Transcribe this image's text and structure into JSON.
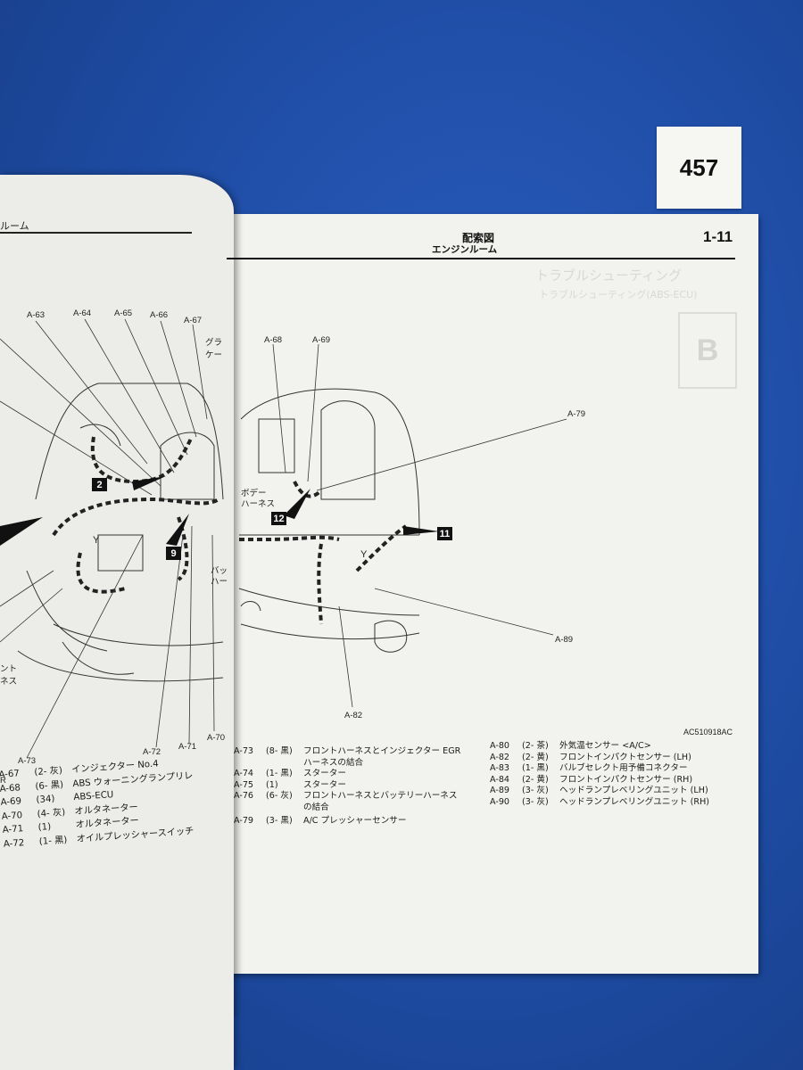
{
  "sticker": {
    "number": "457"
  },
  "left_page": {
    "header": "ルーム",
    "labels_top": [
      "A-63",
      "A-64",
      "A-65",
      "A-66",
      "A-67"
    ],
    "labels_bottom": [
      "A-73",
      "A-72",
      "A-71",
      "A-70"
    ],
    "side_text": [
      "グラ",
      "ケー"
    ],
    "harness_text": [
      "バッ",
      "ハー"
    ],
    "left_text": [
      "ント",
      "ネス"
    ],
    "y_mark": "Y",
    "r_mark": "R",
    "boxes": [
      "2",
      "9"
    ],
    "legend": [
      {
        "code": "A-67",
        "spec": "(2- 灰)",
        "desc": "インジェクター No.4"
      },
      {
        "code": "A-68",
        "spec": "(6- 黒)",
        "desc": "ABS ウォーニングランプリレ"
      },
      {
        "code": "A-69",
        "spec": "(34)",
        "desc": "ABS-ECU"
      },
      {
        "code": "A-70",
        "spec": "(4- 灰)",
        "desc": "オルタネーター"
      },
      {
        "code": "A-71",
        "spec": "(1)",
        "desc": "オルタネーター"
      },
      {
        "code": "A-72",
        "spec": "(1- 黒)",
        "desc": "オイルプレッシャースイッチ"
      }
    ]
  },
  "right_page": {
    "title": "配索図",
    "subtitle": "エンジンルーム",
    "page_number": "1-11",
    "ghost_title": "トラブルシューティング",
    "ghost_sub": "トラブルシューティング(ABS-ECU)",
    "ghost_badge": "B",
    "labels": {
      "a68": "A-68",
      "a69": "A-69",
      "a79": "A-79",
      "a89": "A-89",
      "a82": "A-82"
    },
    "body_harness": [
      "ボデー",
      "ハーネス"
    ],
    "y_mark": "Y",
    "boxes": [
      "12",
      "11"
    ],
    "figure_code": "AC510918AC",
    "legend_mid": [
      {
        "code": "A-73",
        "spec": "(8- 黒)",
        "desc": "フロントハーネスとインジェクター EGR"
      },
      {
        "code": "",
        "spec": "",
        "desc": "ハーネスの結合"
      },
      {
        "code": "A-74",
        "spec": "(1- 黒)",
        "desc": "スターター"
      },
      {
        "code": "A-75",
        "spec": "(1)",
        "desc": "スターター"
      },
      {
        "code": "A-76",
        "spec": "(6- 灰)",
        "desc": "フロントハーネスとバッテリーハーネス"
      },
      {
        "code": "",
        "spec": "",
        "desc": "の結合"
      },
      {
        "code": "A-79",
        "spec": "(3- 黒)",
        "desc": "A/C プレッシャーセンサー"
      }
    ],
    "legend_right": [
      {
        "code": "A-80",
        "spec": "(2- 茶)",
        "desc": "外気温センサー <A/C>"
      },
      {
        "code": "A-82",
        "spec": "(2- 黄)",
        "desc": "フロントインパクトセンサー (LH)"
      },
      {
        "code": "A-83",
        "spec": "(1- 黒)",
        "desc": "バルブセレクト用予備コネクター"
      },
      {
        "code": "A-84",
        "spec": "(2- 黄)",
        "desc": "フロントインパクトセンサー (RH)"
      },
      {
        "code": "A-89",
        "spec": "(3- 灰)",
        "desc": "ヘッドランプレベリングユニット (LH)"
      },
      {
        "code": "A-90",
        "spec": "(3- 灰)",
        "desc": "ヘッドランプレベリングユニット (RH)"
      }
    ]
  },
  "colors": {
    "background": "#1f4fa8",
    "paper": "#f2f2ee",
    "ink": "#1a1a1a"
  }
}
